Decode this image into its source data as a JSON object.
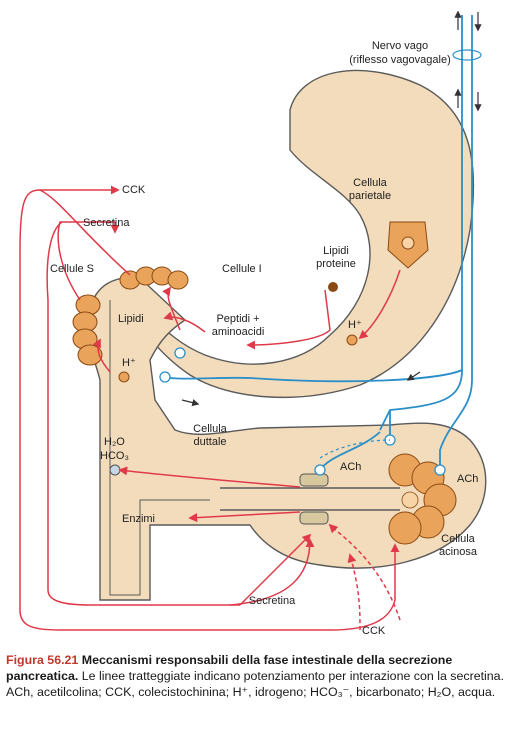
{
  "labels": {
    "vagus_nerve_line1": "Nervo vago",
    "vagus_nerve_line2": "(riflesso vagovagale)",
    "cck_top": "CCK",
    "secretin_top": "Secretina",
    "s_cells": "Cellule S",
    "i_cells": "Cellule I",
    "lipids": "Lipidi",
    "peptides_line1": "Peptidi +",
    "peptides_line2": "aminoacidi",
    "h_plus_duodenum": "H⁺",
    "parietal_cell_line1": "Cellula",
    "parietal_cell_line2": "parietale",
    "lipids_proteins_line1": "Lipidi",
    "lipids_proteins_line2": "proteine",
    "h_plus_stomach": "H⁺",
    "ductal_cell_line1": "Cellula",
    "ductal_cell_line2": "duttale",
    "water": "H₂O",
    "bicarbonate": "HCO₃",
    "enzymes": "Enzimi",
    "ach_left": "ACh",
    "ach_right": "ACh",
    "acinar_cell_line1": "Cellula",
    "acinar_cell_line2": "acinosa",
    "secretin_bottom": "Secretina",
    "cck_bottom": "CCK"
  },
  "caption": {
    "figure_number": "Figura 56.21",
    "title": "Meccanismi responsabili della fase intestinale della secrezione pancreatica.",
    "body": " Le linee tratteggiate indicano potenziamento per interazione con la secretina. ACh, acetilcolina; CCK, colecistochinina; H⁺, idrogeno; HCO₃⁻, bicarbonato; H₂O, acqua."
  },
  "colors": {
    "tissue": "#f3dcbb",
    "tissue_outline": "#5a5a5a",
    "hormone_arrow": "#e0394a",
    "nerve": "#2a8fc9",
    "cell": "#e9a35a",
    "caption_accent": "#c0392b"
  }
}
